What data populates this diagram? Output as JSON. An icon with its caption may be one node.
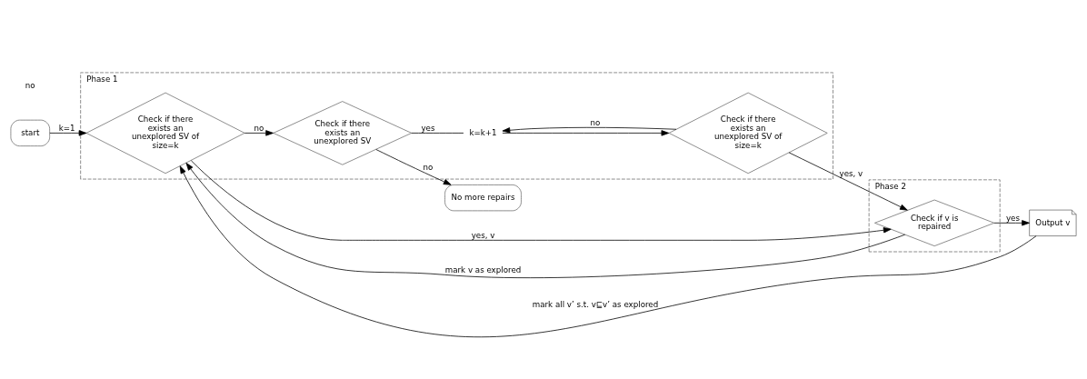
{
  "diagram": {
    "nodes": [
      {
        "text": [
          "Phase 1"
        ]
      },
      {
        "text": [
          "start"
        ]
      },
      {
        "text": [
          "Check if there exists an unexplored SV of size=k"
        ],
        "in": 0
      },
      {
        "text": [
          "Check if there exists an unexplored SV"
        ],
        "in": 0
      },
      {
        "text": [
          "k=k+1"
        ],
        "in": 0
      },
      {
        "text": [
          "Check if there exists an unexplored SV of size=k"
        ],
        "in": 0
      },
      {
        "text": [
          "No more repairs"
        ]
      },
      {
        "text": [
          "Phase 2"
        ]
      },
      {
        "text": [
          "Check if v is repaired"
        ],
        "in": 7
      },
      {
        "text": [
          "Output v"
        ]
      }
    ],
    "edges": [
      {
        "from": 1,
        "to": 2,
        "arrow": "to",
        "label": "k=1"
      },
      {
        "from": 2,
        "to": 3,
        "arrow": "to",
        "label": "no"
      },
      {
        "from": 3,
        "to": 6,
        "arrow": "to",
        "label": "no"
      },
      {
        "from": 3,
        "to": 4,
        "arrow": "none",
        "label": "yes"
      },
      {
        "from": 4,
        "to": 5,
        "arrow": "to"
      },
      {
        "from": 5,
        "to": 4,
        "arrow": "to",
        "label": "no"
      },
      {
        "from": 5,
        "to": 8,
        "arrow": "to",
        "label": "yes, v"
      },
      {
        "from": 2,
        "to": 8,
        "arrow": "to",
        "label": "yes, v"
      },
      {
        "from": 8,
        "to": 9,
        "arrow": "to",
        "label": "yes"
      },
      {
        "from": 8,
        "to": 2,
        "arrow": "to",
        "label": "mark v as explored"
      },
      {
        "from": 9,
        "to": 2,
        "arrow": "to",
        "label": "mark all v’ s.t. v⊑v’ as explored"
      }
    ],
    "labels": [
      "no"
    ]
  }
}
